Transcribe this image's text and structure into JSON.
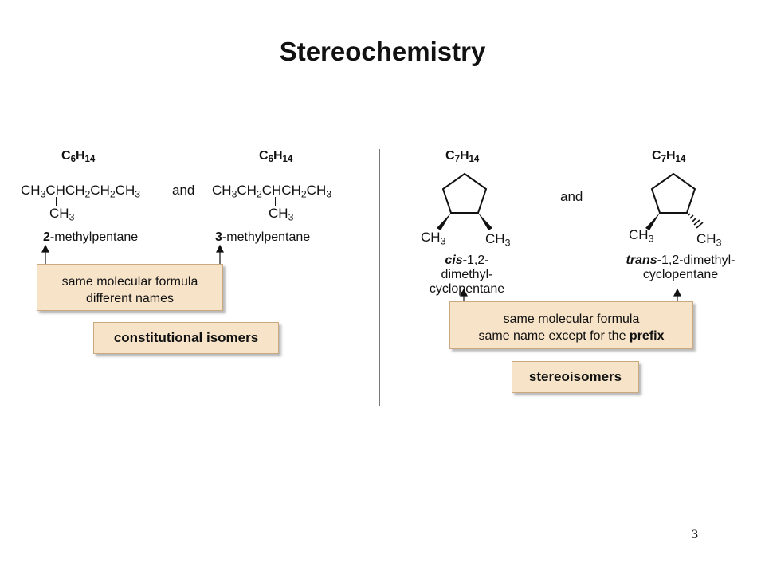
{
  "title": "Stereochemistry",
  "left": {
    "mol1": {
      "formula": [
        "C",
        "6",
        "H",
        "14"
      ],
      "condensed": [
        "CH",
        "3",
        "CHCH",
        "2",
        "CH",
        "2",
        "CH",
        "3"
      ],
      "branch": [
        "CH",
        "3"
      ],
      "name_prefix": "2",
      "name_rest": "-methylpentane"
    },
    "and_label": "and",
    "mol2": {
      "formula": [
        "C",
        "6",
        "H",
        "14"
      ],
      "condensed": [
        "CH",
        "3",
        "CH",
        "2",
        "CHCH",
        "2",
        "CH",
        "3"
      ],
      "branch": [
        "CH",
        "3"
      ],
      "name_prefix": "3",
      "name_rest": "-methylpentane"
    },
    "box_line1": "same molecular formula",
    "box_line2": "different names",
    "tag": "constitutional isomers"
  },
  "right": {
    "mol1": {
      "formula": [
        "C",
        "7",
        "H",
        "14"
      ],
      "sub_left": [
        "CH",
        "3"
      ],
      "sub_right": [
        "CH",
        "3"
      ],
      "name_bold": "cis-",
      "name_line1_rest": "1,2-dimethyl-",
      "name_line2": "cyclopentane"
    },
    "and_label": "and",
    "mol2": {
      "formula": [
        "C",
        "7",
        "H",
        "14"
      ],
      "sub_left": [
        "CH",
        "3"
      ],
      "sub_right": [
        "CH",
        "3"
      ],
      "name_bold": "trans-",
      "name_line1_rest": "1,2-dimethyl-",
      "name_line2": "cyclopentane"
    },
    "box_line1": "same molecular formula",
    "box_line2_start": "same name except for the ",
    "box_line2_bold": "prefix",
    "tag": "stereoisomers"
  },
  "page_number": "3"
}
